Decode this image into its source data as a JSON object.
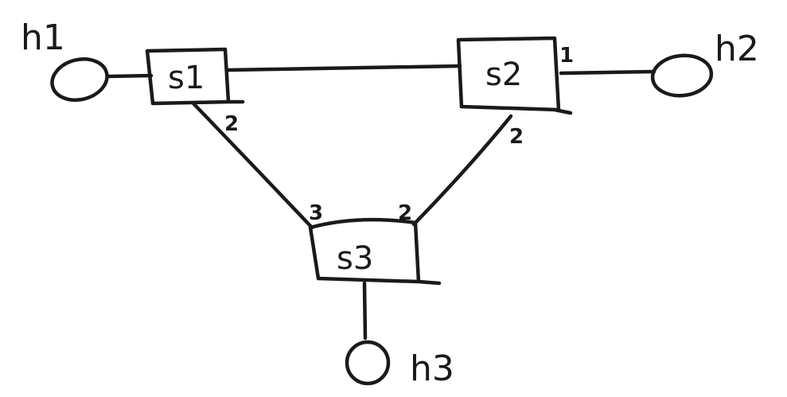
{
  "hosts": [
    {
      "label": "h1"
    },
    {
      "label": "h2"
    },
    {
      "label": "h3"
    }
  ],
  "switches": [
    {
      "label": "s1"
    },
    {
      "label": "s2"
    },
    {
      "label": "s3"
    }
  ],
  "ports": {
    "s1_to_s3": "2",
    "s2_to_h2": "1",
    "s2_to_s3": "2",
    "s3_to_s1": "3",
    "s3_to_s2": "2"
  },
  "colors": {
    "ink": "#1a1a1a",
    "background": "#ffffff"
  }
}
